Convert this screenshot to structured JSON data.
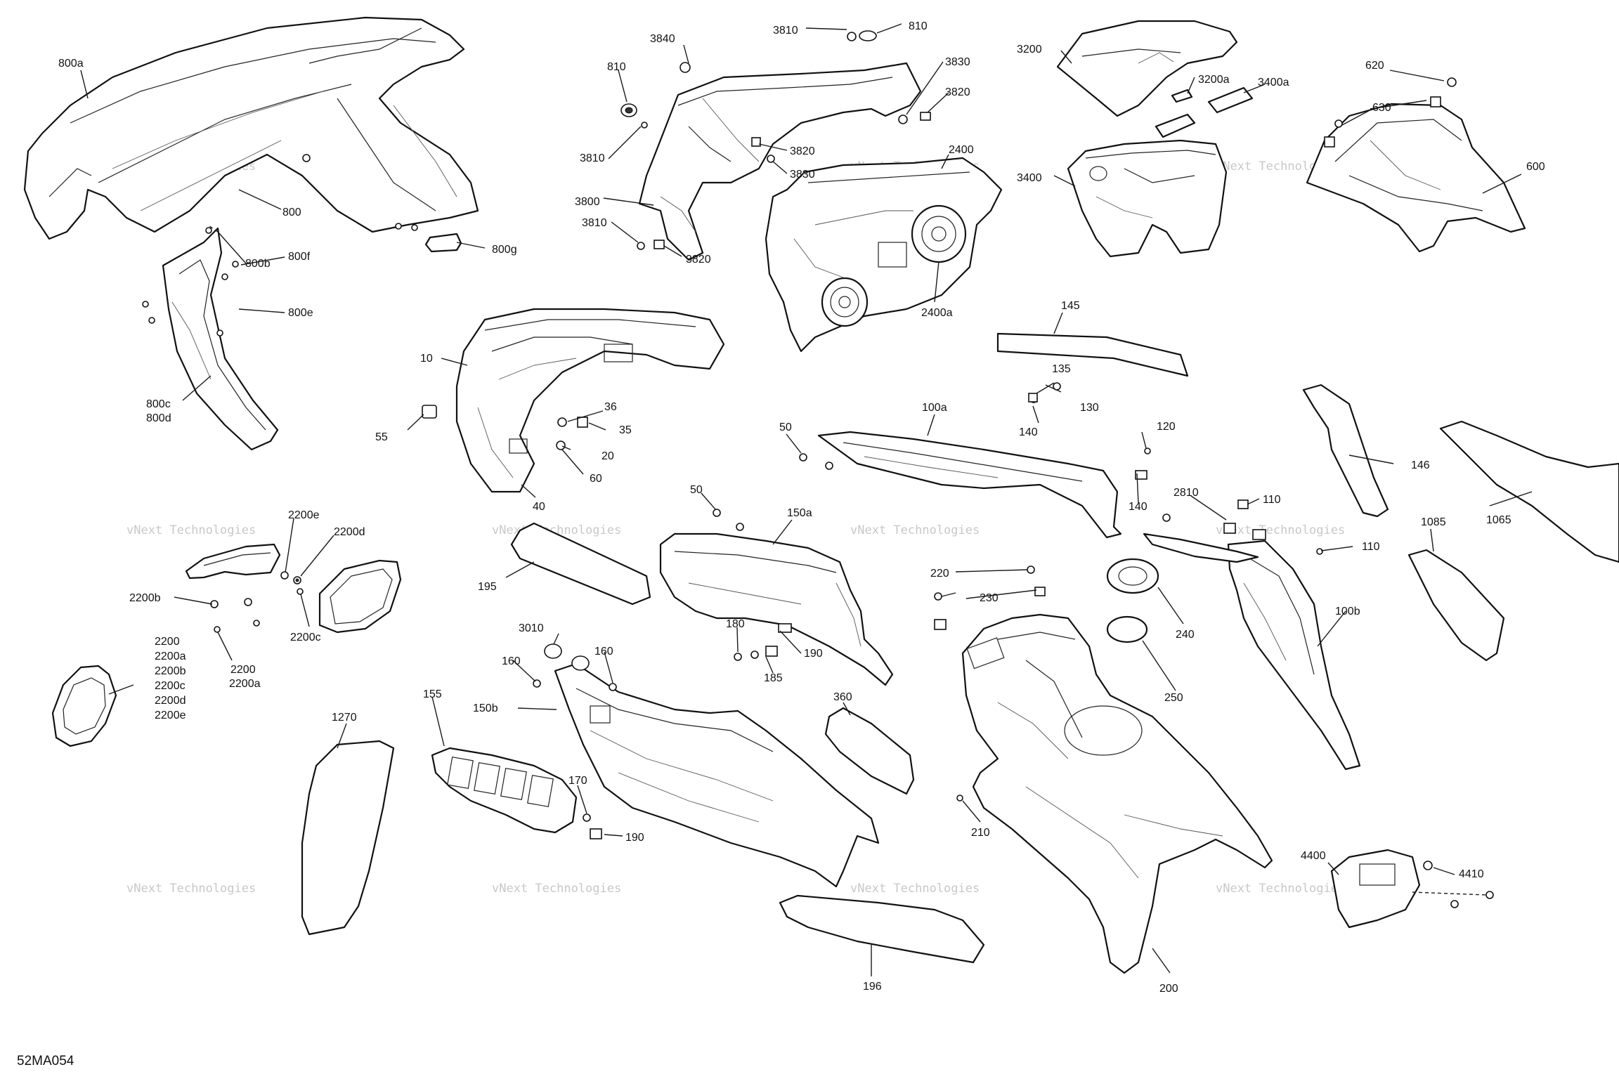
{
  "diagram_code": "52MA054",
  "watermark": {
    "line1": "vNext Technologies",
    "line2": "Technologies"
  },
  "labels": {
    "l800a": "800a",
    "l800": "800",
    "l800b": "800b",
    "l800f": "800f",
    "l800e": "800e",
    "l800g": "800g",
    "l800c": "800c",
    "l800d": "800d",
    "l3840": "3840",
    "l3810a": "3810",
    "l810a": "810",
    "l810b": "810",
    "l3830a": "3830",
    "l3820a": "3820",
    "l3810b": "3810",
    "l3820b": "3820",
    "l3830b": "3830",
    "l3800": "3800",
    "l3810c": "3810",
    "l3820c": "3820",
    "l3200": "3200",
    "l3200a": "3200a",
    "l3400a": "3400a",
    "l3400": "3400",
    "l2400": "2400",
    "l2400a": "2400a",
    "l620": "620",
    "l630": "630",
    "l600": "600",
    "l10": "10",
    "l55": "55",
    "l36": "36",
    "l35": "35",
    "l20": "20",
    "l60": "60",
    "l40": "40",
    "l145": "145",
    "l135": "135",
    "l130": "130",
    "l140a": "140",
    "l100a": "100a",
    "l50a": "50",
    "l120": "120",
    "l140b": "140",
    "l146": "146",
    "l2810": "2810",
    "l110a": "110",
    "l110b": "110",
    "l1085": "1085",
    "l1065": "1065",
    "l100b": "100b",
    "l2200e": "2200e",
    "l2200d": "2200d",
    "l2200b": "2200b",
    "l2200c": "2200c",
    "l2200": "2200",
    "l2200a": "2200a",
    "l195": "195",
    "l50b": "50",
    "l150a": "150a",
    "l3010": "3010",
    "l160a": "160",
    "l160b": "160",
    "l150b": "150b",
    "l180": "180",
    "l190a": "190",
    "l185": "185",
    "l155": "155",
    "l170": "170",
    "l190b": "190",
    "l360": "360",
    "l220": "220",
    "l230": "230",
    "l240": "240",
    "l250": "250",
    "l210": "210",
    "l200": "200",
    "l4410": "4410",
    "l4400": "4400",
    "l1270": "1270",
    "l196": "196"
  },
  "label_stack_2200": [
    "2200",
    "2200a",
    "2200b",
    "2200c",
    "2200d",
    "2200e"
  ]
}
